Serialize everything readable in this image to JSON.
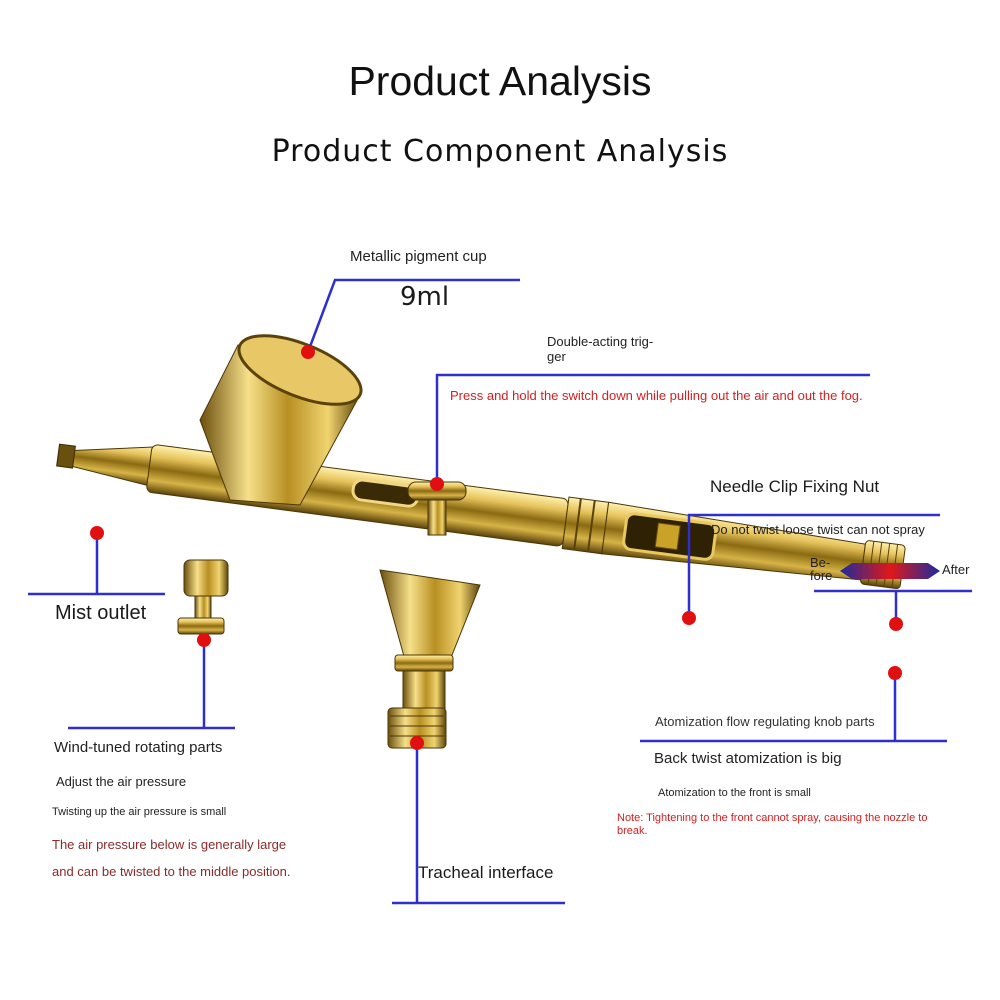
{
  "title": "Product Analysis",
  "subtitle": "Product Component Analysis",
  "colors": {
    "leader_line": "#2f2fd0",
    "marker": "#e01010",
    "note_red": "#d42020",
    "note_darkred": "#8a2a2a",
    "gold": "#c9a227"
  },
  "callouts": {
    "pigment_cup": {
      "label": "Metallic pigment cup",
      "capacity": "9ml"
    },
    "trigger": {
      "label": "Double-acting trig-\nger",
      "note": "Press and hold the switch down while pulling out the air and out the fog."
    },
    "needle_nut": {
      "label": "Needle Clip Fixing Nut",
      "note": "Do not twist loose twist can not spray",
      "before": "Be-\nfore",
      "after": "After"
    },
    "mist_outlet": {
      "label": "Mist outlet"
    },
    "wind_parts": {
      "label": "Wind-tuned rotating parts",
      "line1": "Adjust the air pressure",
      "line2": "Twisting up the air pressure is small",
      "line3": "The air pressure below is generally large",
      "line4": "and can be twisted to the middle position."
    },
    "tracheal": {
      "label": "Tracheal interface"
    },
    "knob": {
      "label": "Atomization flow regulating knob parts",
      "line1": "Back twist atomization is big",
      "line2": "Atomization to the front is small",
      "note": "Note: Tightening to the front cannot spray, causing the nozzle to break."
    }
  }
}
